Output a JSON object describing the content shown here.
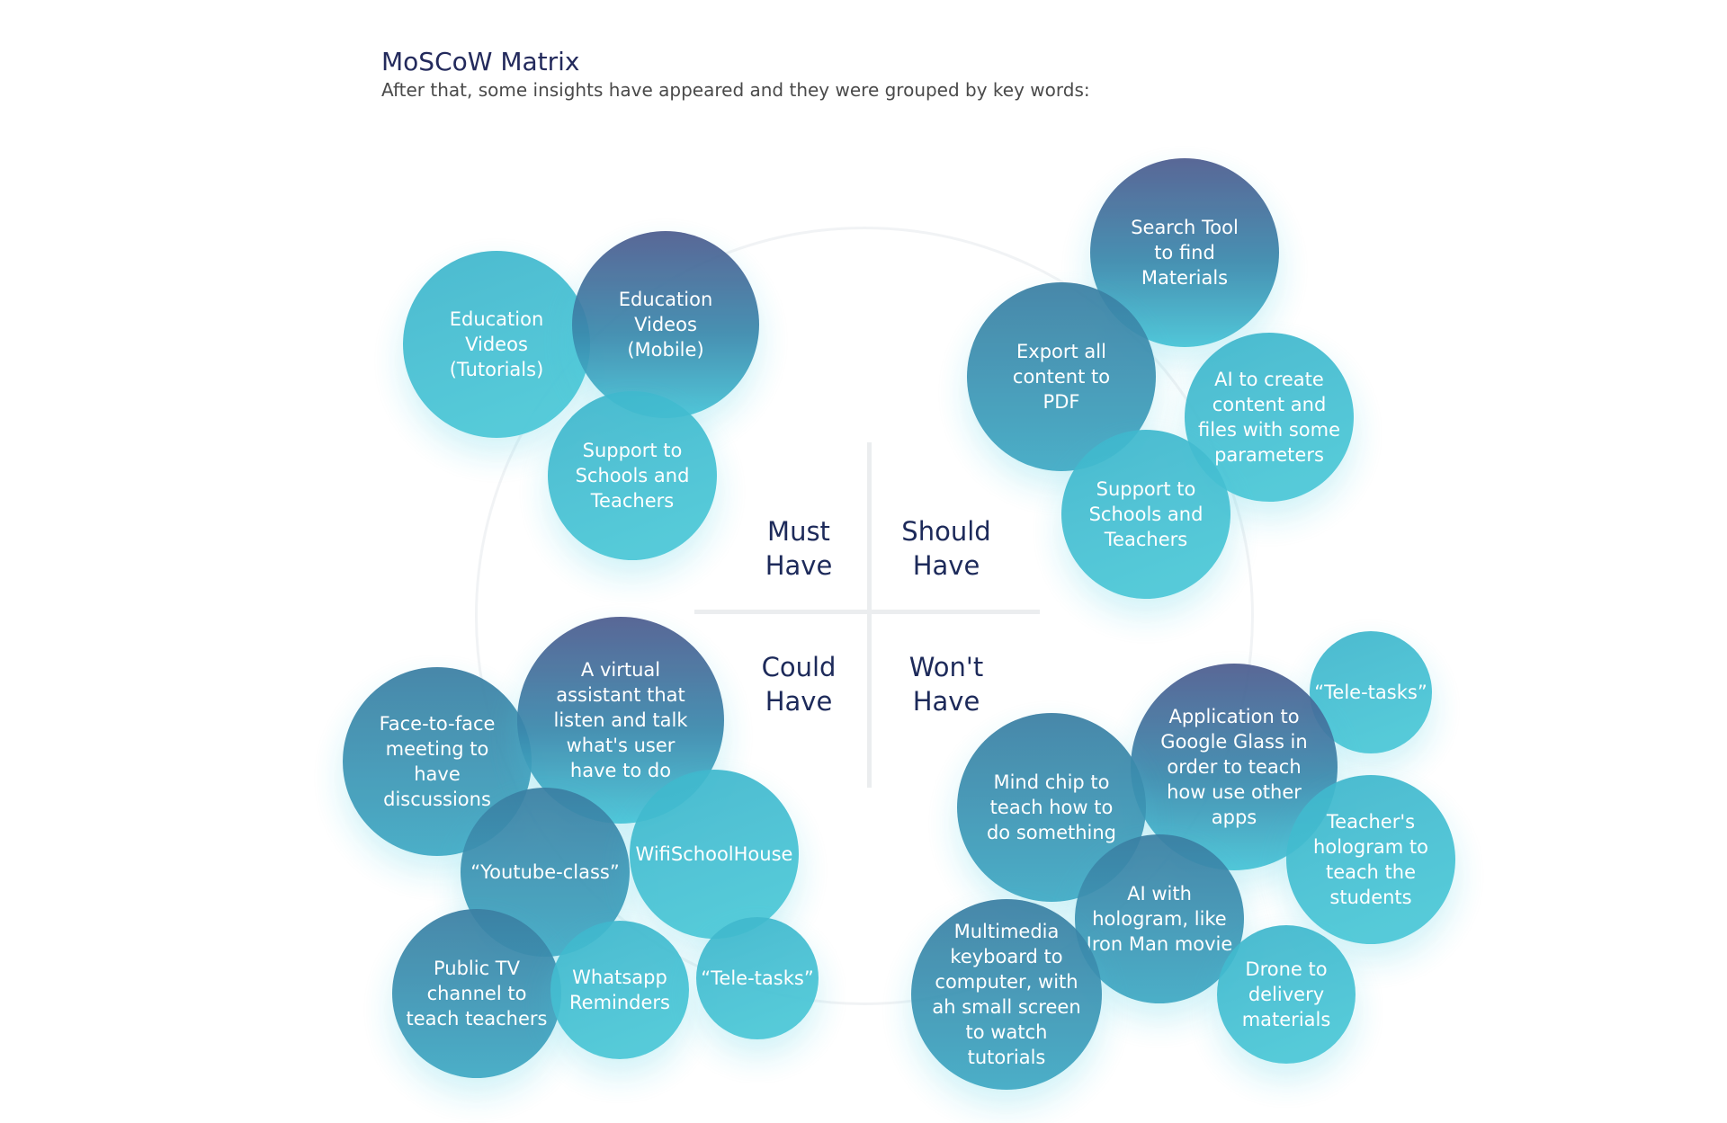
{
  "header": {
    "title": "MoSCoW Matrix",
    "subtitle": "After that, some insights have appeared and they were grouped by key words:"
  },
  "quadrants": {
    "must": [
      "Must",
      "Have"
    ],
    "should": [
      "Should",
      "Have"
    ],
    "could": [
      "Could",
      "Have"
    ],
    "wont": [
      "Won't",
      "Have"
    ]
  },
  "colors": {
    "title": "#232a5c",
    "bubble_teal": "#4ccad9",
    "bubble_dark": "#4d5c8f",
    "axis": "#ebedef"
  },
  "bubbles": {
    "must": {
      "education_videos_tutorials": "Education Videos (Tutorials)",
      "education_videos_mobile": "Education Videos (Mobile)",
      "support_schools_teachers": "Support to Schools and Teachers"
    },
    "should": {
      "search_tool": "Search Tool to find Materials",
      "export_pdf": "Export all content to PDF",
      "ai_create_content": "AI to create content and files with some parameters",
      "support_schools_teachers": "Support to Schools and Teachers"
    },
    "could": {
      "face_to_face": "Face-to-face meeting to have discussions",
      "virtual_assistant": "A virtual assistant that listen and talk what's user have to do",
      "youtube_class": "“Youtube-class”",
      "wifi_school_house": "WifiSchoolHouse",
      "public_tv": "Public TV channel to teach teachers",
      "whatsapp_reminders": "Whatsapp Reminders",
      "tele_tasks": "“Tele-tasks”"
    },
    "wont": {
      "tele_tasks": "“Tele-tasks”",
      "google_glass": "Application to Google Glass in order to teach how use other apps",
      "mind_chip": "Mind chip to teach how to do something",
      "teacher_hologram": "Teacher's hologram to teach the students",
      "ai_hologram": "AI with hologram, like Iron Man movie",
      "multimedia_keyboard": "Multimedia keyboard to computer, with ah small screen to watch tutorials",
      "drone_delivery": "Drone to delivery materials"
    }
  }
}
